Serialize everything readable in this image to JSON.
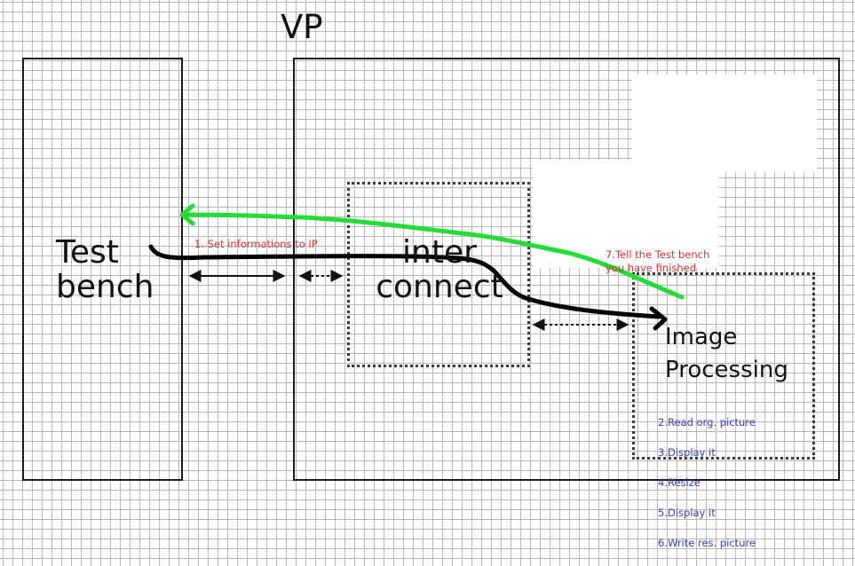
{
  "title": "VP",
  "blocks": {
    "testbench": "Test\nbench",
    "interconnect": "inter\nconnect",
    "image_processing": "Image\nProcessing"
  },
  "annotations": {
    "step1": "1.  Set informations  to IP",
    "step7": "7.Tell the Test bench\n you have finished"
  },
  "ip_steps": [
    "2.Read org. picture",
    "3.Display it",
    "4.Resize",
    "5.Display it",
    "6.Write res. picture"
  ],
  "colors": {
    "grid": "#b7b7b7",
    "box_border": "#1a1a1a",
    "request_path": "#000000",
    "return_path": "#22dd33",
    "annotation_red": "#e0322f",
    "annotation_blue": "#3a3fc4"
  }
}
